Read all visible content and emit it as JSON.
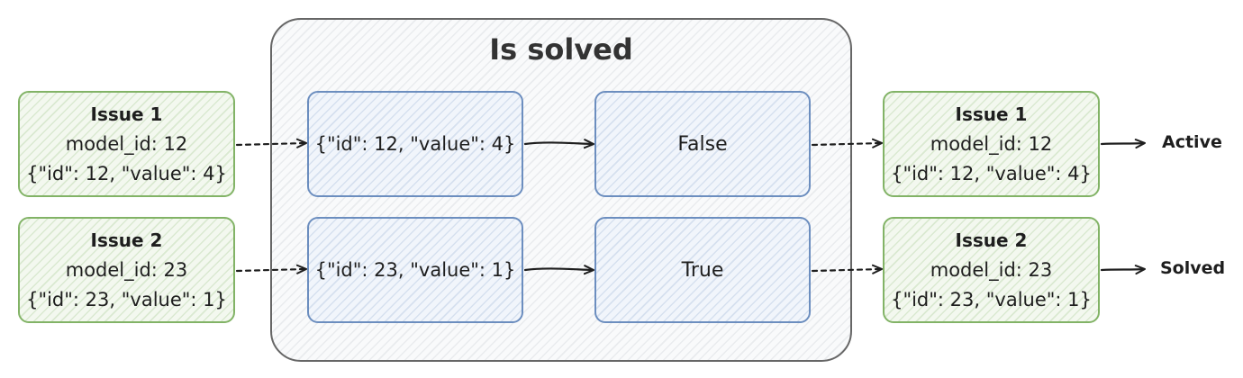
{
  "container": {
    "title": "Is solved"
  },
  "inputs": [
    {
      "title": "Issue 1",
      "model_id": "model_id: 12",
      "payload": "{\"id\": 12, \"value\": 4}"
    },
    {
      "title": "Issue 2",
      "model_id": "model_id: 23",
      "payload": "{\"id\": 23, \"value\": 1}"
    }
  ],
  "payloads": [
    "{\"id\": 12, \"value\": 4}",
    "{\"id\": 23, \"value\": 1}"
  ],
  "results": [
    "False",
    "True"
  ],
  "outputs": [
    {
      "title": "Issue 1",
      "model_id": "model_id: 12",
      "payload": "{\"id\": 12, \"value\": 4}",
      "status": "Active"
    },
    {
      "title": "Issue 2",
      "model_id": "model_id: 23",
      "payload": "{\"id\": 23, \"value\": 1}",
      "status": "Solved"
    }
  ],
  "colors": {
    "issue_border": "#82b366",
    "step_border": "#6c8ebf",
    "container_border": "#666666",
    "arrow": "#1e1e1e"
  }
}
